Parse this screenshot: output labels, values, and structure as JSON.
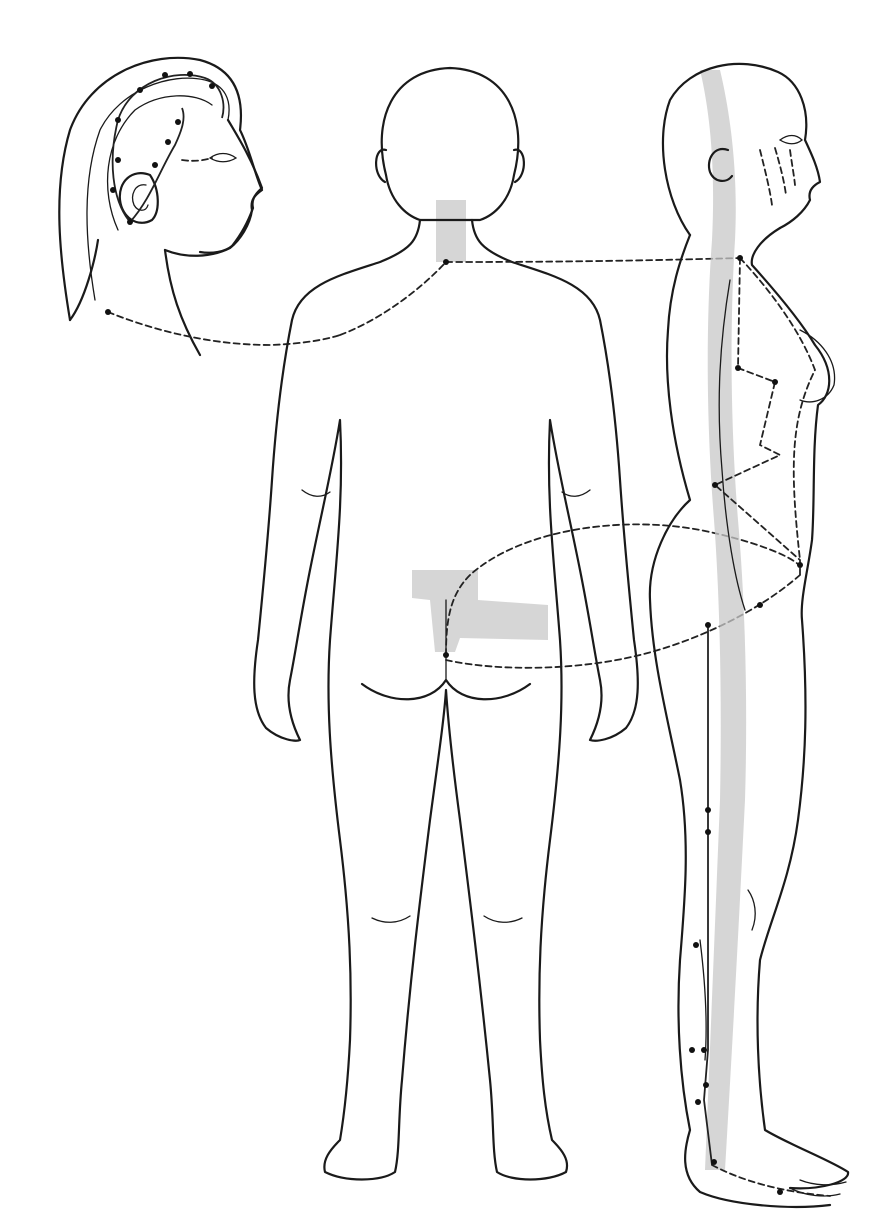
{
  "colors": {
    "outline": "#1a1a1a",
    "meridian": "#222222",
    "shading": "#c8c8c8",
    "background": "#ffffff"
  },
  "views": [
    "head-side-view",
    "body-back-view",
    "body-side-view"
  ]
}
